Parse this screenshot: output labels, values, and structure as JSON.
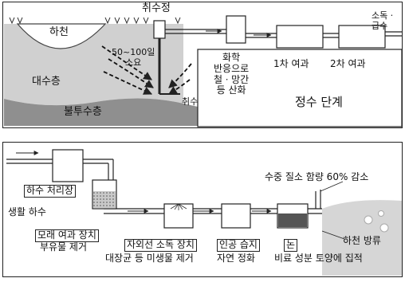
{
  "top": {
    "intake_well": "취수정",
    "river": "하천",
    "aquifer": "대수층",
    "impermeable": "불투수층",
    "duration": [
      "50~100일",
      "소요"
    ],
    "intake": "취수",
    "chem_reaction": [
      "화학",
      "반응으로",
      "철ㆍ망간",
      "등 산화"
    ],
    "filter1": "1차 여과",
    "filter2": "2차 여과",
    "stage": "정수 단계",
    "disinfect": [
      "소독ㆍ",
      "급수"
    ]
  },
  "bottom": {
    "sewage_plant": "하수 처리장",
    "domestic_sewage": "생활 하수",
    "sand_filter": "모래 여과 장치",
    "suspended_removal": "부유물 제거",
    "uv_device": "자외선 소독 장치",
    "microbe_removal": "대장균 등 미생물 제거",
    "wetland": "인공 습지",
    "natural_purify": "자연 정화",
    "paddy": "논",
    "fertilizer": "비료 성분 토양에 집적",
    "nitrogen": "수중 질소 함량 60% 감소",
    "river_discharge": "하천 방류"
  }
}
